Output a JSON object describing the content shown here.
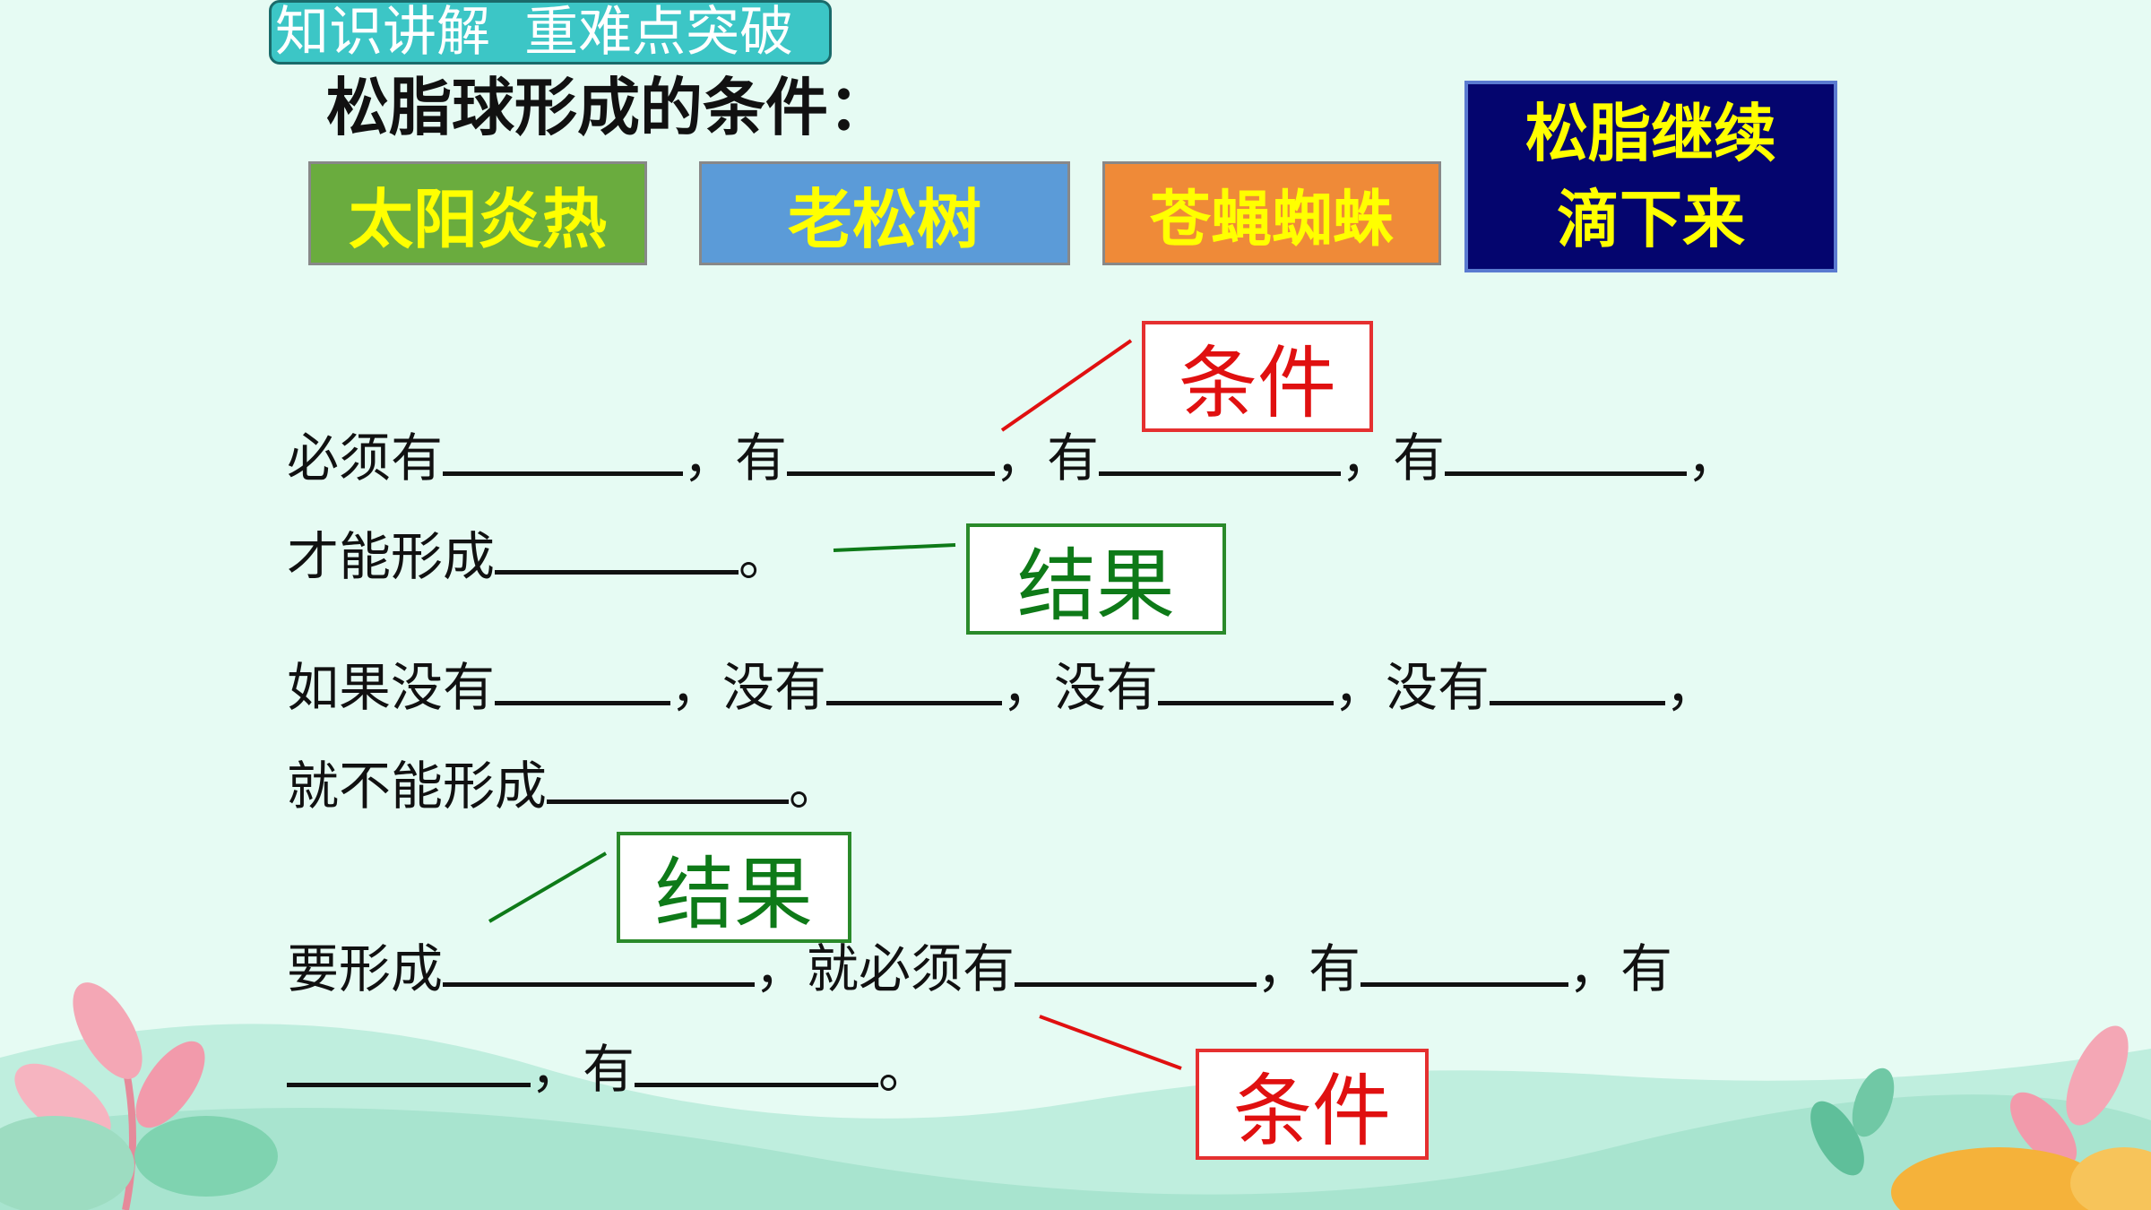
{
  "header_tag": "知识讲解  重难点突破",
  "title": "松脂球形成的条件：",
  "boxes": {
    "b1": "太阳炎热",
    "b2": "老松树",
    "b3": "苍蝇蜘蛛",
    "b4_line1": "松脂继续",
    "b4_line2": "滴下来"
  },
  "sentences": {
    "s1_a": "必须有",
    "s1_b": "，有",
    "s1_c": "，有",
    "s1_d": "，有",
    "s1_e": "，",
    "s2_a": "才能形成",
    "s2_b": "。",
    "s3_a": "如果没有",
    "s3_b": "，没有",
    "s3_c": "，没有",
    "s3_d": "，没有",
    "s3_e": "，",
    "s4_a": "就不能形成",
    "s4_b": "。",
    "s5_a": "要形成",
    "s5_b": "，就必须有",
    "s5_c": "，有",
    "s5_d": "，有",
    "s6_a": "，有",
    "s6_b": "。"
  },
  "labels": {
    "condition_1": "条件",
    "result_1": "结果",
    "result_2": "结果",
    "condition_2": "条件"
  },
  "colors": {
    "background": "#e6fbf3",
    "condition": "#e01010",
    "result": "#0e7a18",
    "box_text": "#ffff00"
  }
}
